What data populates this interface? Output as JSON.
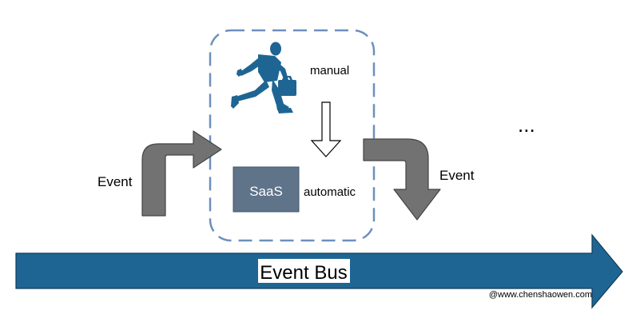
{
  "labels": {
    "manual": "manual",
    "automatic": "automatic",
    "event_left": "Event",
    "event_right": "Event",
    "ellipsis": "...",
    "event_bus": "Event Bus",
    "saas": "SaaS",
    "watermark": "@www.chenshaowen.com"
  },
  "icons": {
    "manual_worker": "running-businessman-icon"
  },
  "colors": {
    "dashed_border": "#6d8fbe",
    "event_bus_fill": "#1f6593",
    "saas_fill": "#5f7389",
    "turn_arrow_fill": "#727272",
    "worker_fill": "#1f6593"
  }
}
